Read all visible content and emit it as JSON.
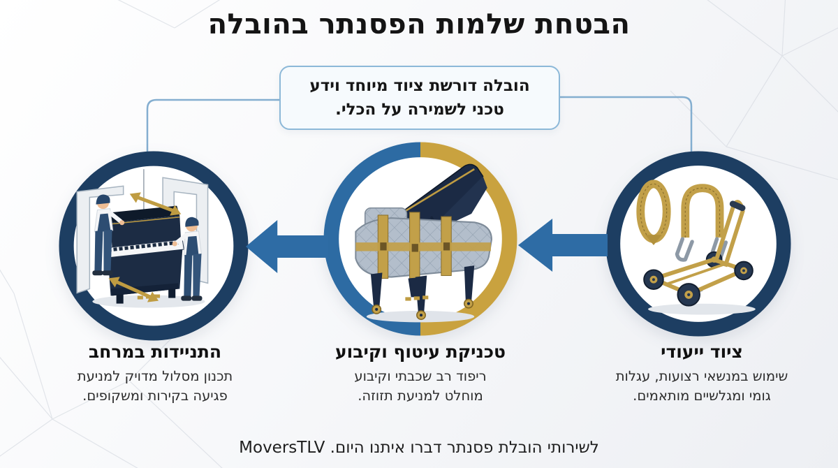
{
  "title": "הבטחת שלמות הפסנתר בהובלה",
  "callout": {
    "lines": [
      "הובלה דורשת ציוד מיוחד וידע",
      "טכני לשמירה על הכלי."
    ]
  },
  "flow": {
    "direction": "rtl",
    "arrow_icon": "left-arrow-icon",
    "connector_icon": "callout-connector-lines"
  },
  "steps": [
    {
      "position": "right",
      "heading": "ציוד ייעודי",
      "body_lines": [
        "שימוש במנשאי רצועות, עגלות",
        "גומי ומגלשיים מותאמים."
      ],
      "illustration": "lifting-straps-and-dolly-illustration",
      "ring_colors": [
        "#1d3e62"
      ]
    },
    {
      "position": "middle",
      "heading": "טכניקת עיטוף וקיבוע",
      "body_lines": [
        "ריפוד רב שכבתי וקיבוע",
        "מוחלט למניעת תזוזה."
      ],
      "illustration": "wrapped-grand-piano-illustration",
      "ring_colors": [
        "#2d6ba3",
        "#c9a23f"
      ]
    },
    {
      "position": "left",
      "heading": "התניידות במרחב",
      "body_lines": [
        "תכנון מסלול מדויק למניעת",
        "פגיעה בקירות ומשקופים."
      ],
      "illustration": "movers-carrying-upright-piano-illustration",
      "ring_colors": [
        "#1d3e62"
      ]
    }
  ],
  "footer": "לשירותי הובלת פסנתר דברו איתנו היום. MoversTLV",
  "colors": {
    "navy_ring": "#1d3e62",
    "blue_ring": "#2d6ba3",
    "gold_ring": "#c9a23f",
    "arrow_blue": "#2e6ca5",
    "gold_accent": "#bf9c42",
    "callout_border": "#8cb8d8",
    "connector": "#84aed0",
    "background_light": "#f7f8fa"
  }
}
